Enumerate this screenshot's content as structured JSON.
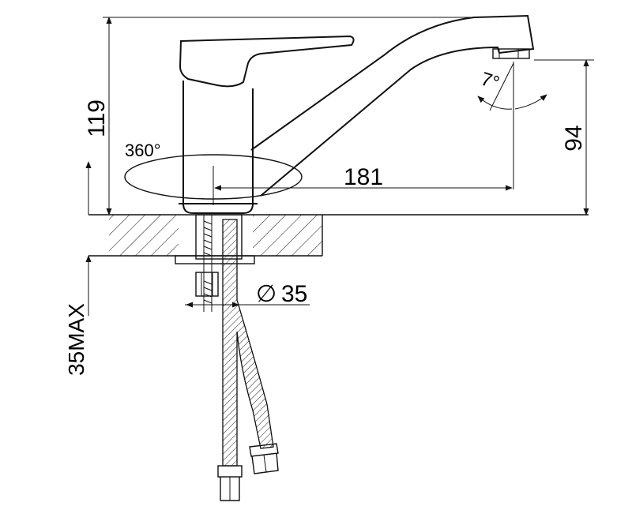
{
  "dimensions": {
    "height_total": "119",
    "height_spout": "94",
    "spout_reach": "181",
    "rotation": "360°",
    "spout_angle": "7°",
    "base_diameter": "35",
    "counter_max": "35MAX"
  },
  "symbols": {
    "diameter": "∅"
  }
}
